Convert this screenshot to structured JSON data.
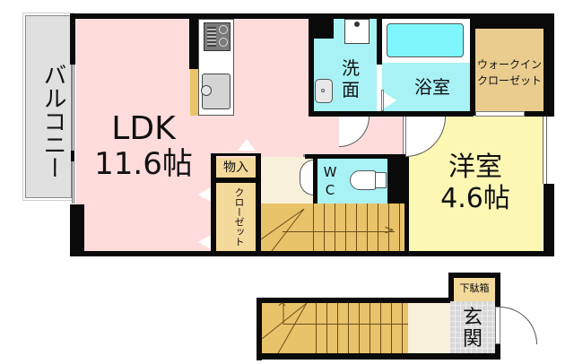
{
  "floorplan": {
    "rooms": {
      "balcony": {
        "label": "バルコニー"
      },
      "ldk": {
        "label": "LDK",
        "size": "11.6帖"
      },
      "storage": {
        "label": "物入"
      },
      "closet": {
        "label": "クローゼット"
      },
      "washroom": {
        "label_line1": "洗",
        "label_line2": "面"
      },
      "bathroom": {
        "label": "浴室"
      },
      "walk_in_closet": {
        "label_line1": "ウォークイン",
        "label_line2": "クローゼット"
      },
      "wc": {
        "label_line1": "W",
        "label_line2": "C"
      },
      "western_room": {
        "label": "洋室",
        "size": "4.6帖"
      },
      "shoe_box": {
        "label": "下駄箱"
      },
      "entrance": {
        "label_line1": "玄",
        "label_line2": "関"
      }
    },
    "colors": {
      "ldk": "#ffdcdc",
      "wet_area": "#a8f2f6",
      "bathtub": "#7ef6fc",
      "storage": "#f3d99a",
      "walk_in_closet": "#e9cc8e",
      "western_room": "#fdf7b4",
      "stairs": "#e9c36a",
      "hall": "#f8f0da",
      "balcony": "#e0e0e0",
      "entrance_tile": "#d8d8d8",
      "wall": "#0a0a0a"
    }
  }
}
